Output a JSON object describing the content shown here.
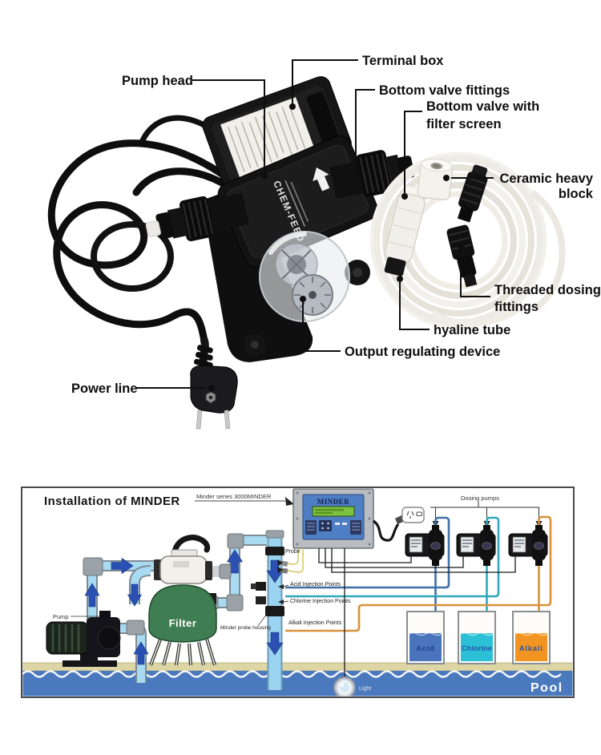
{
  "product": {
    "brand": "CHEM-FEED",
    "labels": {
      "terminal_box": "Terminal box",
      "pump_head": "Pump head",
      "bottom_valve_fittings": "Bottom valve fittings",
      "bottom_valve_filter_line1": "Bottom valve with",
      "bottom_valve_filter_line2": "filter screen",
      "ceramic_line1": "Ceramic heavy",
      "ceramic_line2": "block",
      "threaded_line1": "Threaded dosing",
      "threaded_line2": "fittings",
      "hyaline_tube": "hyaline tube",
      "output_regulating_device": "Output regulating device",
      "power_line": "Power line"
    }
  },
  "diagram": {
    "title": "Installation of MINDER",
    "controller_callout": "Minder series 3000MINDER",
    "controller_brand": "MINDER",
    "dosing_pumps_label": "Dosing pumps",
    "probe_label": "Probe",
    "injection_labels": {
      "acid": "Acid Injection Points",
      "chlorine": "Chlorine Injection Points",
      "alkali": "Alkali Injection Points"
    },
    "probe_housing_label": "Minder probe housing",
    "pump_label": "Pump",
    "filter_label": "Filter",
    "light_label": "Light",
    "pool_label": "Pool",
    "containers": [
      {
        "label": "Acid",
        "liquid_color": "#4a74bc",
        "label_color": "#203e8c"
      },
      {
        "label": "Chlorine",
        "liquid_color": "#2cc0d6",
        "label_color": "#2056a8"
      },
      {
        "label": "Alkali",
        "liquid_color": "#f29422",
        "label_color": "#2056a8"
      }
    ],
    "tube_colors": {
      "acid": "#3e70a8",
      "chlorine": "#2fa8bc",
      "alkali": "#d8913a"
    },
    "colors": {
      "water": "#4a79be",
      "deck": "#ddd5a4",
      "controller_panel": "#4e7fc4",
      "lcd": "#7cc13f",
      "filter_tank": "#3f7d52"
    }
  }
}
